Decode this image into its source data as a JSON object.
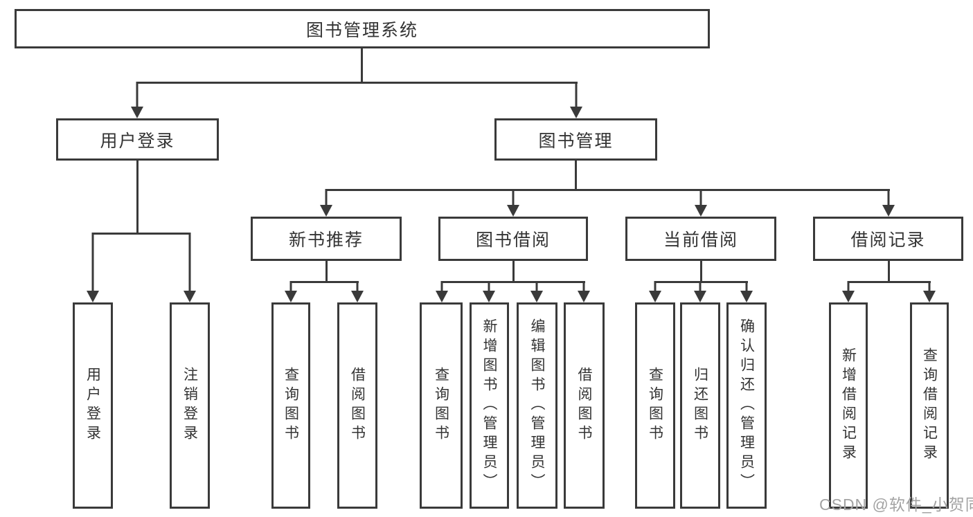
{
  "diagram": {
    "type": "hierarchy-tree",
    "root": {
      "label": "图书管理系统"
    },
    "level2": [
      {
        "label": "用户登录"
      },
      {
        "label": "图书管理"
      }
    ],
    "level3": [
      {
        "label": "新书推荐",
        "parent": "图书管理"
      },
      {
        "label": "图书借阅",
        "parent": "图书管理"
      },
      {
        "label": "当前借阅",
        "parent": "图书管理"
      },
      {
        "label": "借阅记录",
        "parent": "图书管理"
      }
    ],
    "leaves": [
      {
        "label": "用户登录",
        "parent": "用户登录"
      },
      {
        "label": "注销登录",
        "parent": "用户登录"
      },
      {
        "label": "查询图书",
        "parent": "新书推荐"
      },
      {
        "label": "借阅图书",
        "parent": "新书推荐"
      },
      {
        "label": "查询图书",
        "parent": "图书借阅"
      },
      {
        "label": "新增图书（管理员）",
        "parent": "图书借阅"
      },
      {
        "label": "编辑图书（管理员）",
        "parent": "图书借阅"
      },
      {
        "label": "借阅图书",
        "parent": "图书借阅"
      },
      {
        "label": "查询图书",
        "parent": "当前借阅"
      },
      {
        "label": "归还图书",
        "parent": "当前借阅"
      },
      {
        "label": "确认归还（管理员）",
        "parent": "当前借阅"
      },
      {
        "label": "新增借阅记录",
        "parent": "借阅记录"
      },
      {
        "label": "查询借阅记录",
        "parent": "借阅记录"
      }
    ],
    "watermark": "CSDN @软件_小贺同学",
    "colors": {
      "line": "#3a3a3a",
      "text": "#333333",
      "watermark": "#a3a3a3",
      "background": "#ffffff"
    }
  }
}
